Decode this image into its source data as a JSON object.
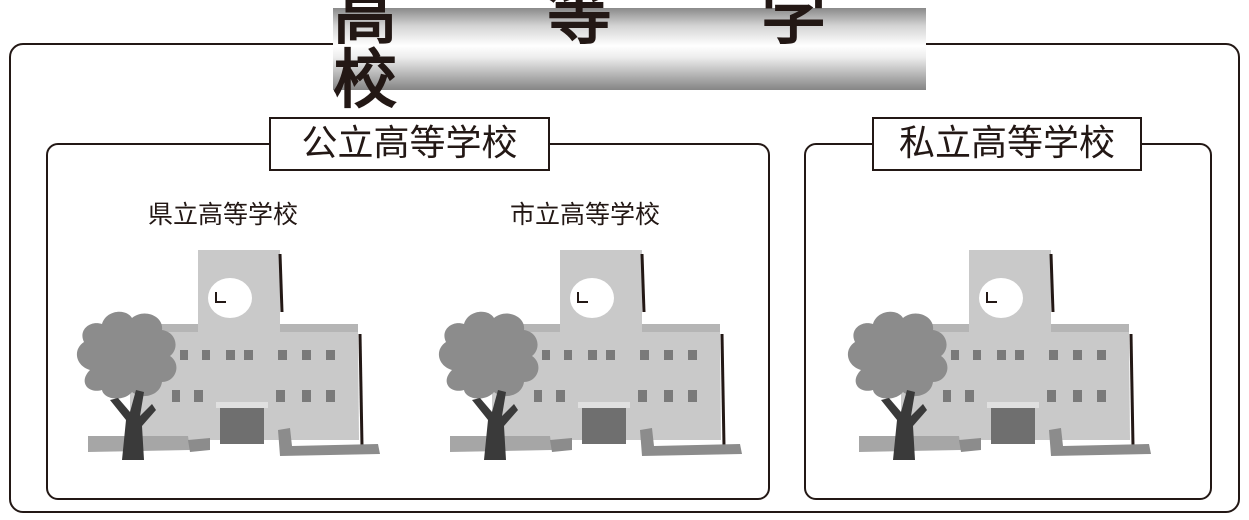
{
  "title": "高 等 学 校",
  "groups": {
    "public": {
      "label": "公立高等学校",
      "schools": [
        {
          "label": "県立高等学校",
          "icon": "school-building-icon"
        },
        {
          "label": "市立高等学校",
          "icon": "school-building-icon"
        }
      ]
    },
    "private": {
      "label": "私立高等学校",
      "schools": [
        {
          "icon": "school-building-icon"
        }
      ]
    }
  },
  "colors": {
    "ink": "#231815",
    "building": "#c9c9c9",
    "building_shade": "#a6a6a6",
    "window": "#7a7a7a",
    "door": "#6f6f6f",
    "tree": "#8c8c8c",
    "trunk": "#3a3a3a"
  }
}
